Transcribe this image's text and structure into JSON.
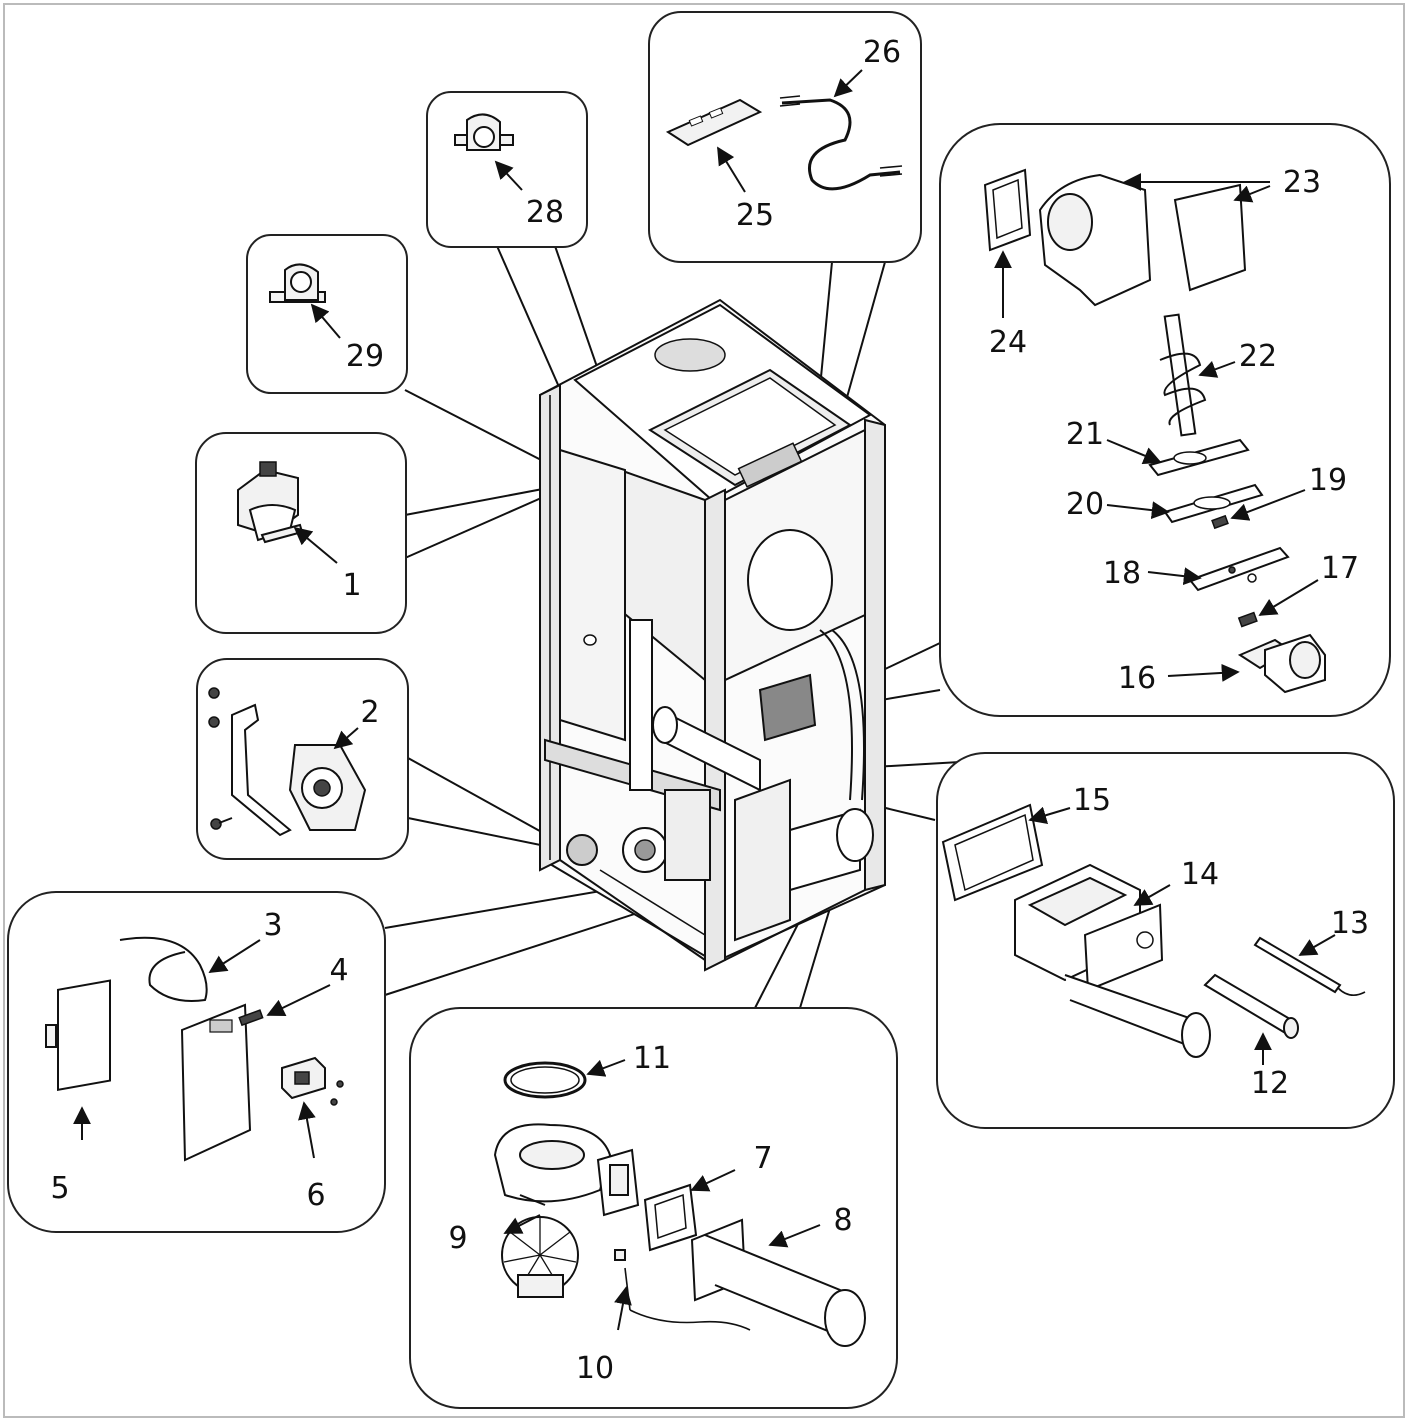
{
  "diagram": {
    "callouts": [
      {
        "id": "1",
        "label": "1"
      },
      {
        "id": "2",
        "label": "2"
      },
      {
        "id": "3",
        "label": "3"
      },
      {
        "id": "4",
        "label": "4"
      },
      {
        "id": "5",
        "label": "5"
      },
      {
        "id": "6",
        "label": "6"
      },
      {
        "id": "7",
        "label": "7"
      },
      {
        "id": "8",
        "label": "8"
      },
      {
        "id": "9",
        "label": "9"
      },
      {
        "id": "10",
        "label": "10"
      },
      {
        "id": "11",
        "label": "11"
      },
      {
        "id": "12",
        "label": "12"
      },
      {
        "id": "13",
        "label": "13"
      },
      {
        "id": "14",
        "label": "14"
      },
      {
        "id": "15",
        "label": "15"
      },
      {
        "id": "16",
        "label": "16"
      },
      {
        "id": "17",
        "label": "17"
      },
      {
        "id": "18",
        "label": "18"
      },
      {
        "id": "19",
        "label": "19"
      },
      {
        "id": "20",
        "label": "20"
      },
      {
        "id": "21",
        "label": "21"
      },
      {
        "id": "22",
        "label": "22"
      },
      {
        "id": "23",
        "label": "23"
      },
      {
        "id": "24",
        "label": "24"
      },
      {
        "id": "25",
        "label": "25"
      },
      {
        "id": "26",
        "label": "26"
      },
      {
        "id": "28",
        "label": "28"
      },
      {
        "id": "29",
        "label": "29"
      }
    ]
  }
}
